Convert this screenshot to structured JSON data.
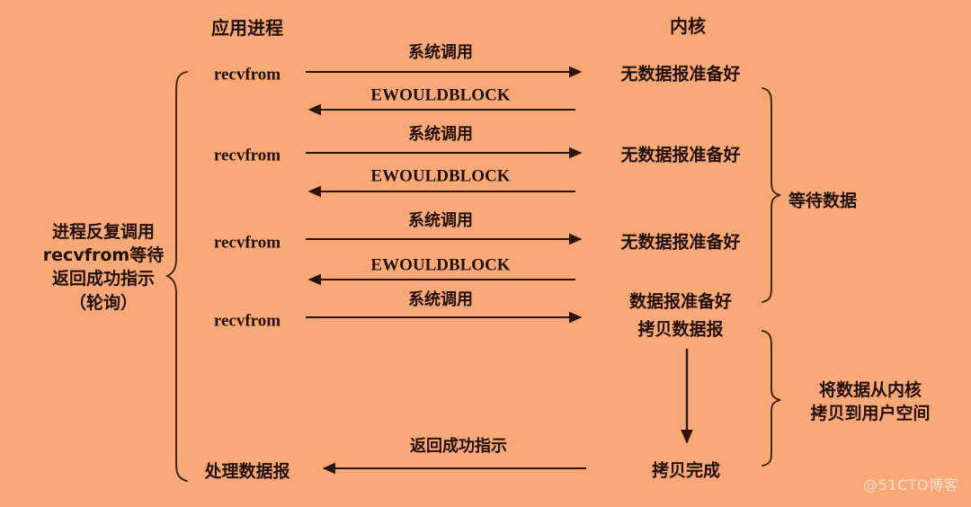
{
  "background_color": "#f9a877",
  "stroke_color": "#2b1408",
  "headers": {
    "app_process": "应用进程",
    "kernel": "内核"
  },
  "left_brace_note": "进程反复调用\nrecvfrom等待\n返回成功指示\n（轮询）",
  "process_calls": [
    {
      "label": "recvfrom"
    },
    {
      "label": "recvfrom"
    },
    {
      "label": "recvfrom"
    },
    {
      "label": "recvfrom"
    }
  ],
  "process_final": "处理数据报",
  "arrows": [
    {
      "label": "系统调用",
      "direction": "right"
    },
    {
      "label": "EWOULDBLOCK",
      "direction": "left"
    },
    {
      "label": "系统调用",
      "direction": "right"
    },
    {
      "label": "EWOULDBLOCK",
      "direction": "left"
    },
    {
      "label": "系统调用",
      "direction": "right"
    },
    {
      "label": "EWOULDBLOCK",
      "direction": "left"
    },
    {
      "label": "系统调用",
      "direction": "right"
    },
    {
      "label": "返回成功指示",
      "direction": "left"
    }
  ],
  "kernel_states": [
    "无数据报准备好",
    "无数据报准备好",
    "无数据报准备好",
    "数据报准备好",
    "拷贝数据报",
    "拷贝完成"
  ],
  "right_brace_notes": {
    "wait_data": "等待数据",
    "copy_data": "将数据从内核\n拷贝到用户空间"
  },
  "watermark": "@51CTO博客"
}
